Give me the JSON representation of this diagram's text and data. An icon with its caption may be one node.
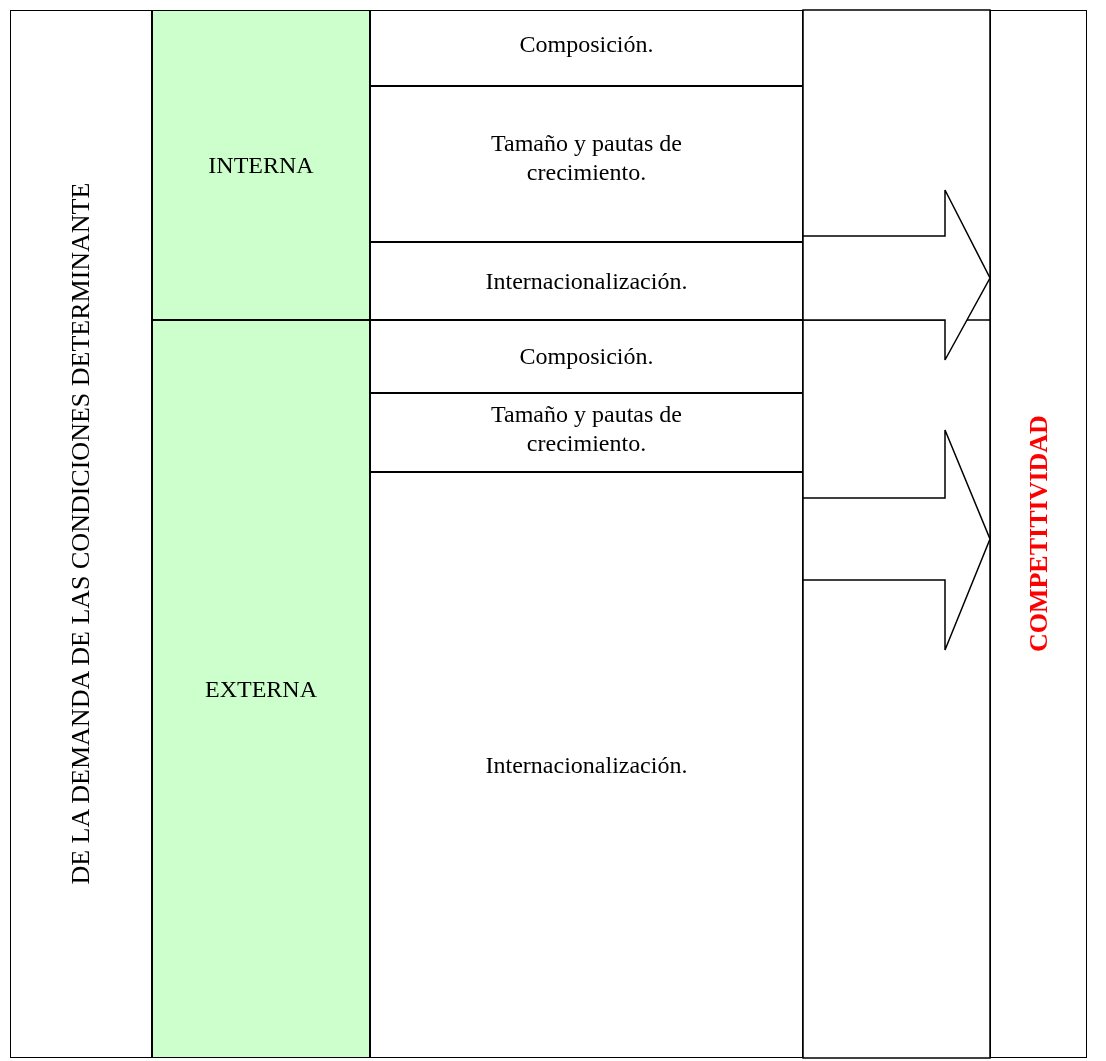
{
  "diagram": {
    "nodes": [
      {
        "text": [
          "DE LA DEMANDA DE LAS CONDICIONES DETERMINANTE"
        ]
      },
      {
        "text": [
          "INTERNA"
        ]
      },
      {
        "text": [
          "EXTERNA"
        ]
      },
      {
        "text": [
          "Composición."
        ]
      },
      {
        "text": [
          "Tamaño y pautas de crecimiento."
        ]
      },
      {
        "text": [
          "Internacionalización."
        ]
      },
      {
        "text": [
          "Composición."
        ]
      },
      {
        "text": [
          "Tamaño y pautas de crecimiento."
        ]
      },
      {
        "text": [
          "Internacionalización."
        ]
      },
      {
        "text": [
          "COMPETITIVIDAD"
        ]
      }
    ],
    "edges": [
      {
        "from": null,
        "to": 9,
        "arrow": "to"
      },
      {
        "from": null,
        "to": 9,
        "arrow": "to"
      }
    ]
  }
}
